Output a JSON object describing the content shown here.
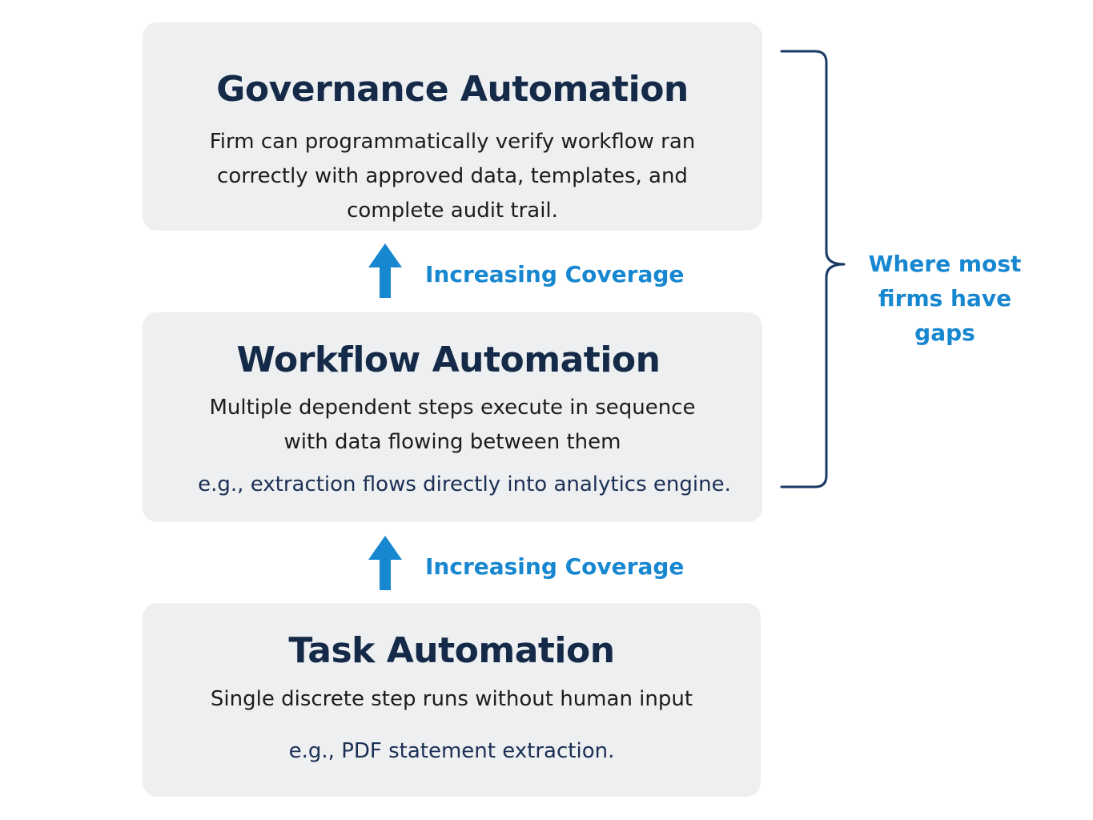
{
  "tiers": {
    "governance": {
      "title": "Governance Automation",
      "description_lines": [
        "Firm can programmatically verify workflow ran",
        "correctly with approved data, templates, and",
        "complete audit trail."
      ]
    },
    "workflow": {
      "title": "Workflow Automation",
      "description_lines": [
        "Multiple dependent steps execute in sequence",
        "with data flowing between them"
      ],
      "example": "e.g., extraction flows directly into analytics engine."
    },
    "task": {
      "title": "Task Automation",
      "description_lines": [
        "Single discrete step runs without human input"
      ],
      "example": "e.g., PDF statement extraction."
    }
  },
  "arrows": [
    {
      "label": "Increasing Coverage",
      "icon": "arrow-up-icon"
    },
    {
      "label": "Increasing Coverage",
      "icon": "arrow-up-icon"
    }
  ],
  "brace": {
    "label_lines": [
      "Where most",
      "firms have gaps"
    ]
  },
  "colors": {
    "card_background": "#eeeff0",
    "title": "#142a48",
    "body_text": "#1c1c1c",
    "example_text": "#1b2f55",
    "accent_blue": "#1787d0",
    "brace": "#1b3a66"
  }
}
